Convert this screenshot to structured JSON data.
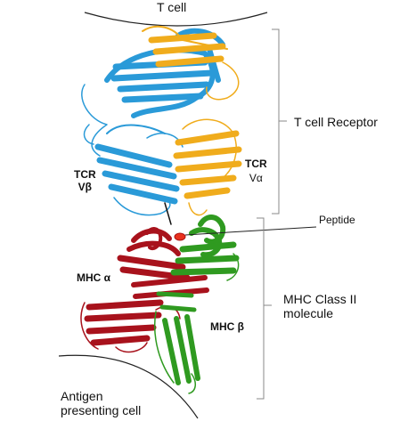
{
  "labels": {
    "t_cell": "T cell",
    "t_cell_receptor": "T cell Receptor",
    "tcr_vb_line1": "TCR",
    "tcr_vb_line2": "Vβ",
    "tcr_va_line1": "TCR",
    "tcr_va_line2": "Vα",
    "peptide": "Peptide",
    "mhc_alpha": "MHC α",
    "mhc_beta": "MHC β",
    "mhc_class2_line1": "MHC Class II",
    "mhc_class2_line2": "molecule",
    "apc_line1": "Antigen",
    "apc_line2": "presenting cell"
  },
  "colors": {
    "tcr_beta": "#2a9ad8",
    "tcr_alpha": "#f0ac1c",
    "mhc_alpha": "#a8121c",
    "mhc_beta": "#2f9a20",
    "peptide": "#e8321e",
    "line": "#222222",
    "bracket": "#888888"
  }
}
